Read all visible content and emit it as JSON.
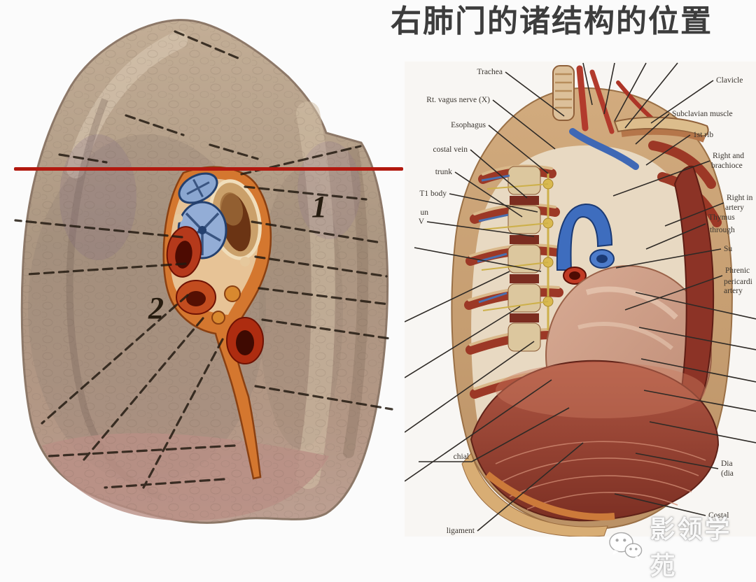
{
  "slide": {
    "title": "右肺门的诸结构的位置",
    "background_color": "#fbfbfb"
  },
  "left_figure": {
    "caption_numbers": {
      "n1": "1",
      "n2": "2"
    },
    "red_line_color": "#b2190f"
  },
  "right_figure": {
    "labels": {
      "trachea": "Trachea",
      "vagus": "Rt. vagus nerve (X)",
      "esophagus": "Esophagus",
      "costal_vein": "costal vein",
      "trunk": "trunk",
      "t1_body": "T1 body",
      "frag_un": "un",
      "frag_v": "V",
      "chial": "chial",
      "ligament": "ligament",
      "clavicle": "Clavicle",
      "subclavian": "Subclavian muscle",
      "first_rib": "1st rib",
      "right_and": "Right and",
      "brachioce": "brachioce",
      "right_in": "Right in",
      "artery_1": "artery",
      "thymus": "Thymus",
      "through": "through",
      "su": "Su",
      "phrenic": "Phrenic",
      "pericardi": "pericardi",
      "artery_2": "artery",
      "dia_1": "Dia",
      "dia_2": "(dia",
      "costal": "Costal"
    }
  },
  "watermark": {
    "icon": "wechat-icon",
    "text": "影领学苑"
  }
}
